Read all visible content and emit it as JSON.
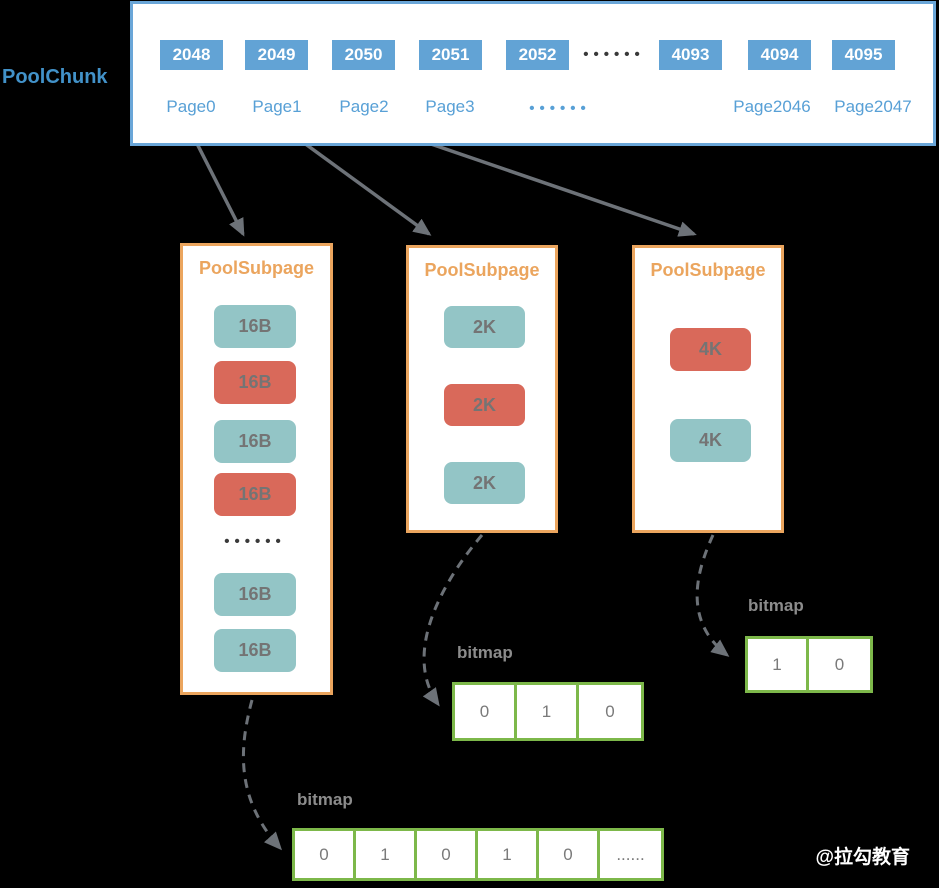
{
  "colors": {
    "background": "#000000",
    "chunk_border_blue": "#6aa6d8",
    "tile_blue": "#62a3d5",
    "label_blue": "#4292c9",
    "subpage_border_orange": "#eba55e",
    "block_free_teal": "#93c5c6",
    "block_allocated_red": "#d9695a",
    "bitmap_border_green": "#7db84a",
    "arrow_gray": "#6d7278"
  },
  "pool_chunk": {
    "title": "PoolChunk",
    "blocks": [
      "2048",
      "2049",
      "2050",
      "2051",
      "2052",
      "4093",
      "4094",
      "4095"
    ],
    "blocks_ellipsis": "••••••",
    "pages": [
      "Page0",
      "Page1",
      "Page2",
      "Page3",
      "Page2046",
      "Page2047"
    ],
    "pages_ellipsis": "••••••"
  },
  "subpages": [
    {
      "title": "PoolSubpage",
      "ellipsis": "••••••",
      "blocks": [
        {
          "label": "16B",
          "state": "free"
        },
        {
          "label": "16B",
          "state": "allocated"
        },
        {
          "label": "16B",
          "state": "free"
        },
        {
          "label": "16B",
          "state": "allocated"
        },
        {
          "label": "16B",
          "state": "free"
        },
        {
          "label": "16B",
          "state": "free"
        }
      ]
    },
    {
      "title": "PoolSubpage",
      "blocks": [
        {
          "label": "2K",
          "state": "free"
        },
        {
          "label": "2K",
          "state": "allocated"
        },
        {
          "label": "2K",
          "state": "free"
        }
      ]
    },
    {
      "title": "PoolSubpage",
      "blocks": [
        {
          "label": "4K",
          "state": "allocated"
        },
        {
          "label": "4K",
          "state": "free"
        }
      ]
    }
  ],
  "bitmaps": [
    {
      "label": "bitmap",
      "cells": [
        "0",
        "1",
        "0",
        "1",
        "0",
        "......"
      ]
    },
    {
      "label": "bitmap",
      "cells": [
        "0",
        "1",
        "0"
      ]
    },
    {
      "label": "bitmap",
      "cells": [
        "1",
        "0"
      ]
    }
  ],
  "watermark": "@拉勾教育"
}
